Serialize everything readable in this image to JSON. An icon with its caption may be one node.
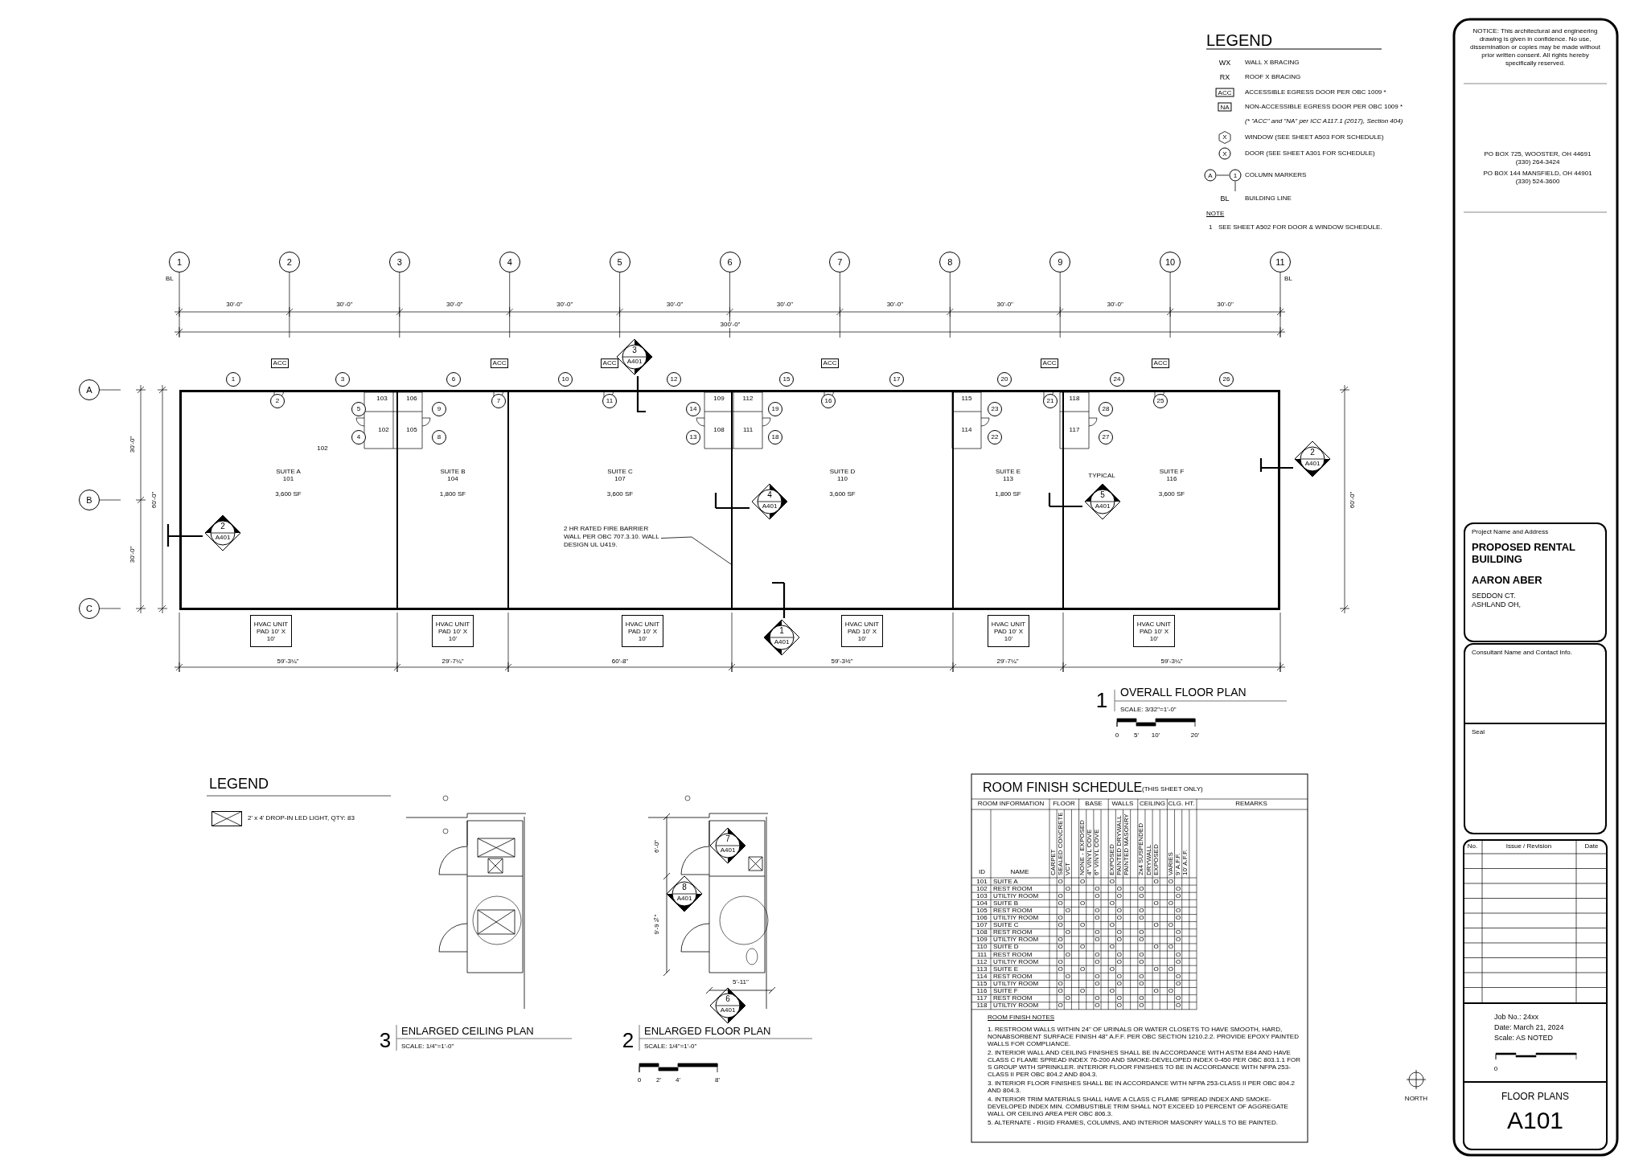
{
  "diagram": {
    "nodes": [
      {
        "text": [],
        "shape": "box"
      },
      {
        "text": [
          "SUITE A",
          "101",
          "3,600 SF"
        ],
        "in": 0
      },
      {
        "text": [
          "SUITE B",
          "104",
          "1,800 SF"
        ],
        "in": 0
      },
      {
        "text": [
          "SUITE C",
          "107",
          "3,600 SF"
        ],
        "in": 0
      },
      {
        "text": [
          "SUITE D",
          "110",
          "3,600 SF"
        ],
        "in": 0
      },
      {
        "text": [
          "SUITE E",
          "113",
          "1,800 SF"
        ],
        "in": 0
      },
      {
        "text": [
          "SUITE F",
          "116",
          "3,600 SF"
        ],
        "in": 0
      },
      {
        "text": [
          "1"
        ]
      },
      {
        "text": [
          "2"
        ]
      },
      {
        "text": [
          "3"
        ]
      },
      {
        "text": [
          "4"
        ]
      },
      {
        "text": [
          "5"
        ]
      },
      {
        "text": [
          "6"
        ]
      },
      {
        "text": [
          "7"
        ]
      },
      {
        "text": [
          "8"
        ]
      },
      {
        "text": [
          "9"
        ]
      },
      {
        "text": [
          "10"
        ]
      },
      {
        "text": [
          "11"
        ]
      },
      {
        "text": [
          "A"
        ]
      },
      {
        "text": [
          "B"
        ]
      },
      {
        "text": [
          "C"
        ]
      },
      {
        "text": [
          "1"
        ]
      },
      {
        "text": [
          "2"
        ],
        "in": 1
      },
      {
        "text": [
          "3"
        ]
      },
      {
        "text": [
          "4"
        ],
        "in": 1
      },
      {
        "text": [
          "5"
        ],
        "in": 1
      },
      {
        "text": [
          "6"
        ]
      },
      {
        "text": [
          "7"
        ],
        "in": 2
      },
      {
        "text": [
          "8"
        ],
        "in": 2
      },
      {
        "text": [
          "9"
        ],
        "in": 2
      },
      {
        "text": [
          "10"
        ]
      },
      {
        "text": [
          "11"
        ],
        "in": 3
      },
      {
        "text": [
          "12"
        ]
      },
      {
        "text": [
          "13"
        ],
        "in": 3
      },
      {
        "text": [
          "14"
        ],
        "in": 3
      },
      {
        "text": [
          "15"
        ]
      },
      {
        "text": [
          "16"
        ],
        "in": 4
      },
      {
        "text": [
          "17"
        ]
      },
      {
        "text": [
          "18"
        ],
        "in": 4
      },
      {
        "text": [
          "19"
        ],
        "in": 4
      },
      {
        "text": [
          "20"
        ]
      },
      {
        "text": [
          "21"
        ],
        "in": 5
      },
      {
        "text": [
          "22"
        ],
        "in": 5
      },
      {
        "text": [
          "23"
        ],
        "in": 5
      },
      {
        "text": [
          "24"
        ]
      },
      {
        "text": [
          "25"
        ],
        "in": 6
      },
      {
        "text": [
          "26"
        ]
      },
      {
        "text": [
          "27"
        ],
        "in": 6
      },
      {
        "text": [
          "28"
        ],
        "in": 6
      },
      {
        "text": [
          "ACC"
        ]
      },
      {
        "text": [
          "ACC"
        ]
      },
      {
        "text": [
          "ACC"
        ]
      },
      {
        "text": [
          "ACC"
        ]
      },
      {
        "text": [
          "ACC"
        ]
      },
      {
        "text": [
          "ACC"
        ]
      },
      {
        "text": [
          "3",
          "A401"
        ]
      },
      {
        "text": [
          "2",
          "A401"
        ]
      },
      {
        "text": [
          "4",
          "A401"
        ],
        "in": 4
      },
      {
        "text": [
          "5",
          "A401"
        ],
        "in": 6
      },
      {
        "text": [
          "2",
          "A401"
        ],
        "in": 1
      },
      {
        "text": [
          "1",
          "A401"
        ]
      },
      {
        "text": [
          "2 HR RATED FIRE BARRIER WALL PER OBC 707.3.10. WALL DESIGN UL U419."
        ],
        "in": 3
      },
      {
        "text": [
          "HVAC UNIT PAD 10' X 10'"
        ]
      },
      {
        "text": [
          "HVAC UNIT PAD 10' X 10'"
        ]
      },
      {
        "text": [
          "HVAC UNIT PAD 10' X 10'"
        ]
      },
      {
        "text": [
          "HVAC UNIT PAD 10' X 10'"
        ]
      },
      {
        "text": [
          "HVAC UNIT PAD 10' X 10'"
        ]
      },
      {
        "text": [
          "HVAC UNIT PAD 10' X 10'"
        ]
      },
      {
        "text": [
          "7",
          "A401"
        ]
      },
      {
        "text": [
          "8",
          "A401"
        ]
      },
      {
        "text": [
          "6",
          "A401"
        ]
      },
      {
        "text": [
          "Project Name and Address",
          "PROPOSED RENTAL BUILDING",
          "AARON ABER",
          "SEDDON CT. ASHLAND OH,"
        ]
      },
      {
        "text": [
          "Consultant Name and Contact Info."
        ]
      },
      {
        "text": [
          "Seal"
        ]
      },
      {
        "text": [
          "Job No.: 24xx",
          "Date: March 21, 2024",
          "Scale: AS NOTED"
        ]
      },
      {
        "text": [
          "FLOOR PLANS",
          "A101"
        ]
      }
    ],
    "edges": [
      {
        "from": 61,
        "to": 4,
        "arrow": "none"
      }
    ],
    "labels": [
      "LEGEND",
      "WX",
      "RX",
      "ACC",
      "NA",
      "(* \"ACC\" and \"NA\" per ICC A117.1 (2017), Section 404)",
      "X",
      "X",
      "A",
      "1",
      "BL",
      "NOTE",
      "1",
      "SEE SHEET A502 FOR DOOR & WINDOW SCHEDULE.",
      "BL",
      "BL",
      "30'-0\"",
      "30'-0\"",
      "30'-0\"",
      "30'-0\"",
      "30'-0\"",
      "30'-0\"",
      "30'-0\"",
      "30'-0\"",
      "30'-0\"",
      "30'-0\"",
      "300'-0\"",
      "30'-0\"",
      "30'-0\"",
      "60'-0\"",
      "60'-0\"",
      "103",
      "106",
      "102",
      "105",
      "109",
      "112",
      "108",
      "111",
      "115",
      "114",
      "118",
      "117",
      "102",
      "TYPICAL",
      "59'-3¼\"",
      "29'-7¼\"",
      "60'-8\"",
      "59'-3½\"",
      "29'-7¼\"",
      "59'-3¼\"",
      "1",
      "OVERALL FLOOR PLAN",
      "SCALE: 3/32\"=1'-0\"",
      "0",
      "5'",
      "10'",
      "20'",
      "LEGEND",
      "3",
      "ENLARGED CEILING PLAN",
      "SCALE: 1/4\"=1'-0\"",
      "6'-0\"",
      "9'-9¾\"",
      "5'-11\"",
      "2",
      "ENLARGED FLOOR PLAN",
      "SCALE: 1/4\"=1'-0\"",
      "0",
      "2'",
      "4'",
      "8'",
      "NORTH",
      "NOTICE: This architectural and engineering drawing is given in confidence. No use, dissemination or copies may be made without prior written consent. All rights hereby specifically reserved.",
      "PO BOX 725, WOOSTER, OH 44691",
      "(330) 264-3424",
      "PO BOX 144 MANSFIELD, OH 44901",
      "(330) 524-3600",
      "No.",
      "Issue / Revision",
      "Date",
      "0",
      "ROOM FINISH SCHEDULE",
      "(THIS SHEET ONLY)",
      "ROOM INFORMATION",
      "FLOOR",
      "BASE",
      "WALLS",
      "CEILING",
      "CLG. HT.",
      "REMARKS",
      "ID",
      "NAME",
      "CARPET",
      "SEALED CONCRETE",
      "VCT",
      "NONE - EXPOSED",
      "4\" VINYL COVE",
      "6\" VINYL COVE",
      "EXPOSED",
      "PAINTED DRYWALL",
      "PAINTED MASONRY",
      "2x4 SUSPENDED",
      "DRYWALL",
      "EXPOSED",
      "VARIES",
      "9' A.F.F.",
      "10' A.F.F.",
      "101",
      "SUITE A",
      "O",
      "O",
      "O",
      "O",
      "O",
      "102",
      "REST ROOM",
      "O",
      "O",
      "O",
      "O",
      "O",
      "103",
      "UTILTIY ROOM",
      "O",
      "O",
      "O",
      "O",
      "O",
      "104",
      "SUITE B",
      "O",
      "O",
      "O",
      "O",
      "O",
      "105",
      "REST ROOM",
      "O",
      "O",
      "O",
      "O",
      "O",
      "106",
      "UTILTIY ROOM",
      "O",
      "O",
      "O",
      "O",
      "O",
      "107",
      "SUITE C",
      "O",
      "O",
      "O",
      "O",
      "O",
      "108",
      "REST ROOM",
      "O",
      "O",
      "O",
      "O",
      "O",
      "109",
      "UTILTIY ROOM",
      "O",
      "O",
      "O",
      "O",
      "O",
      "110",
      "SUITE D",
      "O",
      "O",
      "O",
      "O",
      "O",
      "111",
      "REST ROOM",
      "O",
      "O",
      "O",
      "O",
      "O",
      "112",
      "UTILTIY ROOM",
      "O",
      "O",
      "O",
      "O",
      "O",
      "113",
      "SUITE E",
      "O",
      "O",
      "O",
      "O",
      "O",
      "114",
      "REST ROOM",
      "O",
      "O",
      "O",
      "O",
      "O",
      "115",
      "UTILTIY ROOM",
      "O",
      "O",
      "O",
      "O",
      "O",
      "116",
      "SUITE F",
      "O",
      "O",
      "O",
      "O",
      "O",
      "117",
      "REST ROOM",
      "O",
      "O",
      "O",
      "O",
      "O",
      "118",
      "UTILTIY ROOM",
      "O",
      "O",
      "O",
      "O",
      "O",
      "ROOM FINISH NOTES",
      "1. RESTROOM WALLS WITHIN 24\" OF URINALS OR WATER CLOSETS TO HAVE SMOOTH, HARD, NONABSORBENT SURFACE FINISH 48\" A.F.F. PER OBC SECTION 1210.2.2. PROVIDE EPOXY PAINTED WALLS FOR COMPLIANCE.",
      "2. INTERIOR WALL AND CEILING FINISHES SHALL BE IN ACCORDANCE WITH ASTM E84 AND HAVE CLASS C FLAME SPREAD INDEX 76-200 AND SMOKE-DEVELOPED INDEX 0-450 PER OBC 803.1.1 FOR S GROUP WITH SPRINKLER. INTERIOR FLOOR FINISHES TO BE IN ACCORDANCE WITH NFPA 253-CLASS II PER OBC 804.2 AND 804.3.",
      "3. INTERIOR FLOOR FINISHES SHALL BE IN ACCORDANCE WITH NFPA 253-CLASS II PER OBC 804.2 AND 804.3.",
      "4. INTERIOR TRIM MATERIALS SHALL HAVE A CLASS C FLAME SPREAD INDEX AND SMOKE-DEVELOPED INDEX MIN. COMBUSTIBLE TRIM SHALL NOT EXCEED 10 PERCENT OF AGGREGATE WALL OR CEILING AREA PER OBC 806.3.",
      "5. ALTERNATE - RIGID FRAMES, COLUMNS, AND INTERIOR MASONRY WALLS TO BE PAINTED."
    ],
    "legend": [
      {
        "text": "WALL X BRACING"
      },
      {
        "text": "ROOF X BRACING"
      },
      {
        "text": "ACCESSIBLE EGRESS DOOR PER OBC 1009 *"
      },
      {
        "text": "NON-ACCESSIBLE EGRESS DOOR PER OBC 1009 *"
      },
      {
        "text": "WINDOW (SEE SHEET A503 FOR SCHEDULE)"
      },
      {
        "text": "DOOR (SEE SHEET A301 FOR SCHEDULE)"
      },
      {
        "text": "COLUMN MARKERS"
      },
      {
        "text": "BUILDING LINE"
      },
      {
        "text": "2' x 4' DROP-IN LED LIGHT, QTY: 83"
      }
    ]
  }
}
